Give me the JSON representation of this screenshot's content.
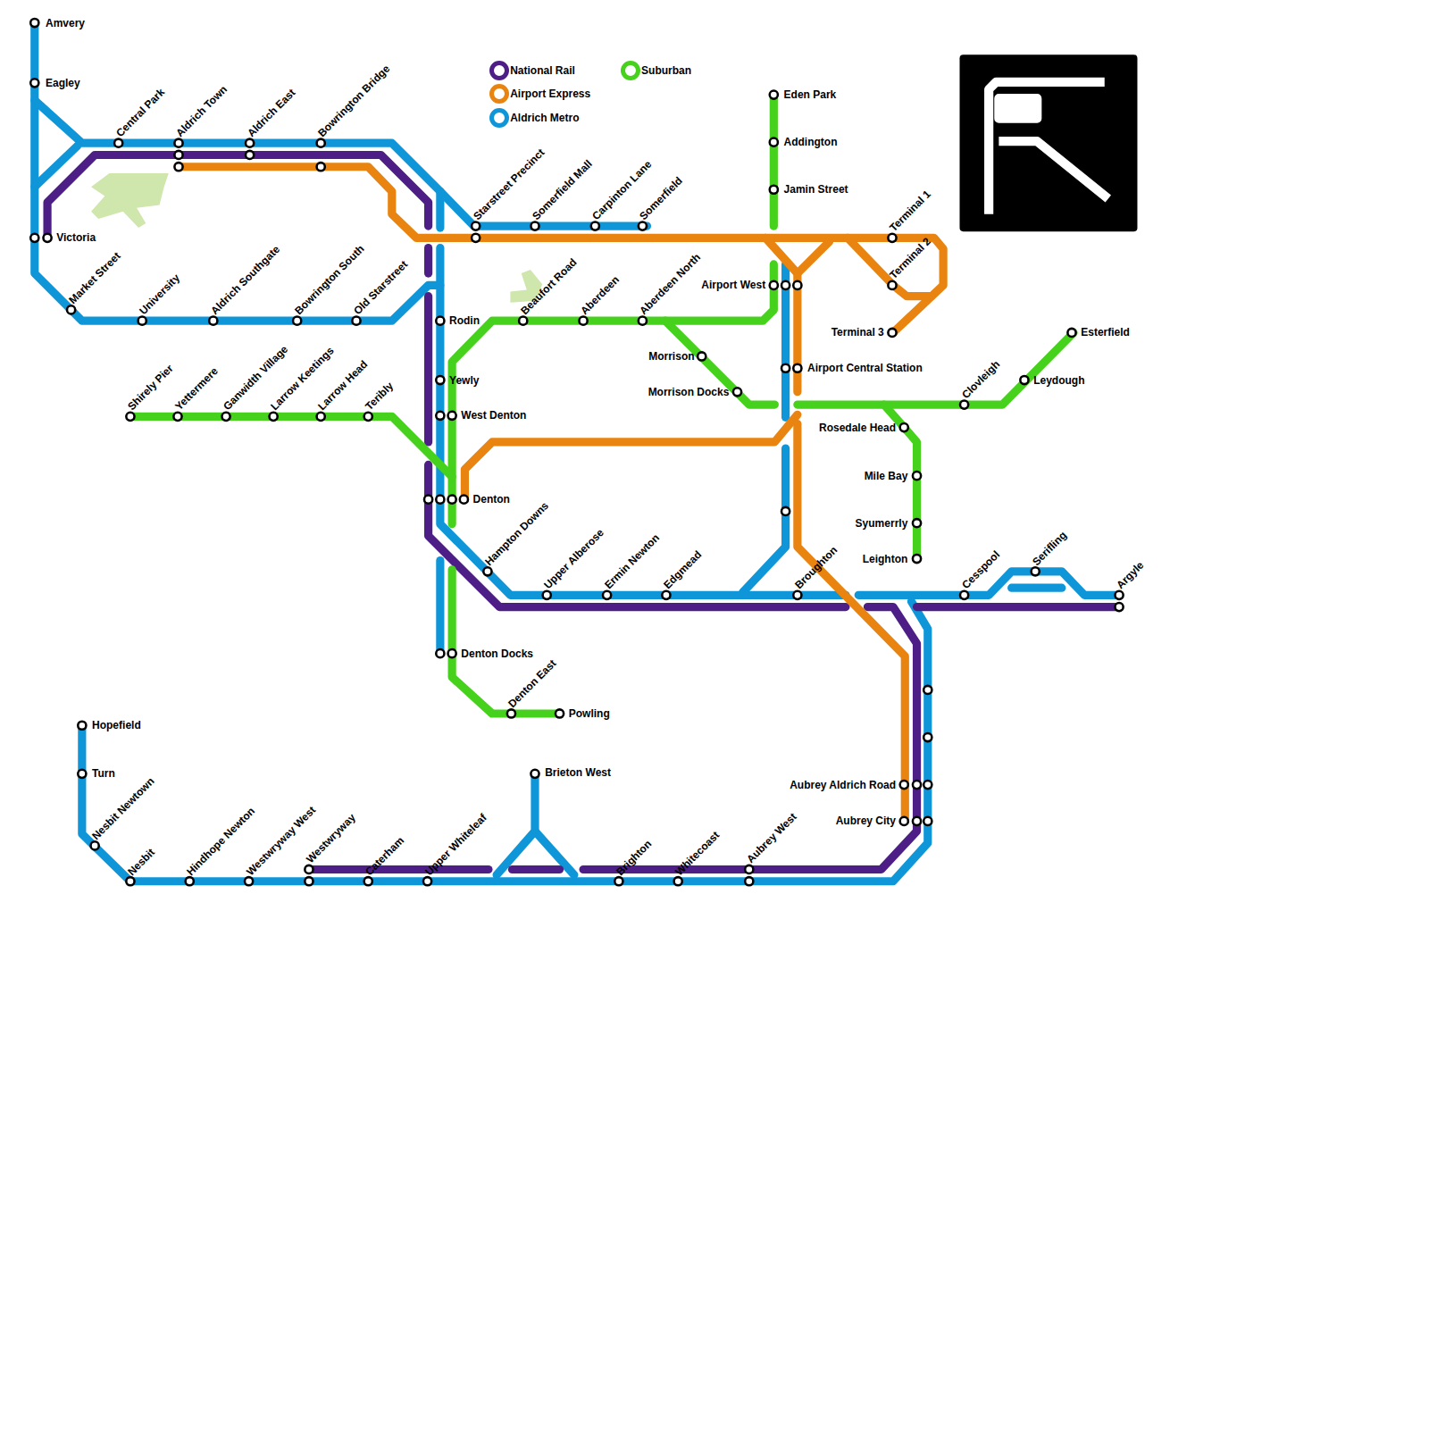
{
  "diagram": {
    "labels": [
      "Amvery",
      "Eagley",
      "Victoria",
      "Central Park",
      "Aldrich Town",
      "Aldrich East",
      "Bowrington Bridge",
      "Market Street",
      "University",
      "Aldrich Southgate",
      "Bowrington South",
      "Old Starstreet",
      "Starstreet Precinct",
      "Somerfield Mall",
      "Carpinton Lane",
      "Somerfield",
      "Eden Park",
      "Addington",
      "Jamin Street",
      "Terminal 1",
      "Terminal 2",
      "Terminal 3",
      "Airport West",
      "Airport Central Station",
      "Beaufort Road",
      "Aberdeen",
      "Aberdeen North",
      "Morrison",
      "Morrison Docks",
      "Rodin",
      "Yewly",
      "West Denton",
      "Denton",
      "Shirely Pier",
      "Yettermere",
      "Ganwidth Village",
      "Larrow Keetings",
      "Larrow Head",
      "Teribly",
      "Rosedale Head",
      "Mile Bay",
      "Syumerrly",
      "Leighton",
      "Clovleigh",
      "Leydough",
      "Esterfield",
      "Hampton Downs",
      "Upper Alberose",
      "Ermin Newton",
      "Edgmead",
      "Broughton",
      "Cesspool",
      "Serifling",
      "Argyle",
      "Denton Docks",
      "Denton East",
      "Powling",
      "Hopefield",
      "Turn",
      "Nesbit Newtown",
      "Nesbit",
      "Hindhope Newton",
      "Westwryway West",
      "Westwryway",
      "Caterham",
      "Upper Whiteleaf",
      "Brieton West",
      "Brighton",
      "Whitecoast",
      "Aubrey West",
      "Aubrey Aldrich Road",
      "Aubrey City"
    ],
    "legend": [
      {
        "text": "National Rail",
        "color": "#4e1e87"
      },
      {
        "text": "Airport Express",
        "color": "#e8840f"
      },
      {
        "text": "Aldrich Metro",
        "color": "#0f96d8"
      },
      {
        "text": "Suburban",
        "color": "#46d11c"
      }
    ]
  }
}
